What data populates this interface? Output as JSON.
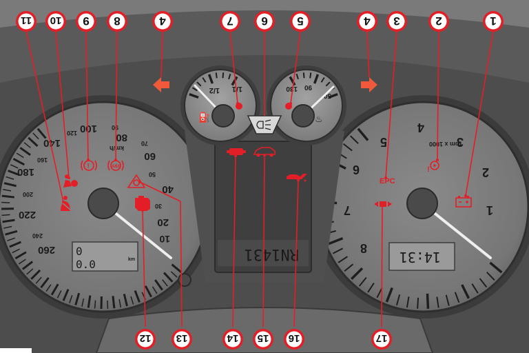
{
  "speedometer": {
    "major_labels": [
      "10",
      "20",
      "40",
      "60",
      "80",
      "100",
      "140",
      "180",
      "220",
      "260"
    ],
    "minor_labels": [
      "30",
      "50",
      "70",
      "90",
      "120",
      "160",
      "200",
      "240"
    ],
    "unit": "km/h",
    "odometer_top": "0",
    "odometer_bottom": "0.0",
    "odometer_unit": "km"
  },
  "tachometer": {
    "labels": [
      "1",
      "2",
      "3",
      "4",
      "5",
      "6",
      "7",
      "8"
    ],
    "unit": "rpm x 1000",
    "clock": "14:31"
  },
  "fuel_gauge": {
    "labels": [
      "1/2",
      "1/1"
    ]
  },
  "temp_gauge": {
    "labels": [
      "130",
      "90",
      "50"
    ]
  },
  "center_display": {
    "text": "RN1431"
  },
  "indicators": {
    "epc": "EPC",
    "abs": "ABS"
  },
  "callouts": [
    {
      "number": "1"
    },
    {
      "number": "2"
    },
    {
      "number": "3"
    },
    {
      "number": "4"
    },
    {
      "number": "5"
    },
    {
      "number": "6"
    },
    {
      "number": "7"
    },
    {
      "number": "8"
    },
    {
      "number": "9"
    },
    {
      "number": "10"
    },
    {
      "number": "11"
    },
    {
      "number": "4"
    },
    {
      "number": "12"
    },
    {
      "number": "13"
    },
    {
      "number": "14"
    },
    {
      "number": "15"
    },
    {
      "number": "16"
    },
    {
      "number": "17"
    }
  ],
  "colors": {
    "dash": "#5b5b5b",
    "dial": "#787878",
    "warning": "#e41e26",
    "arrow": "#f05a3a"
  }
}
